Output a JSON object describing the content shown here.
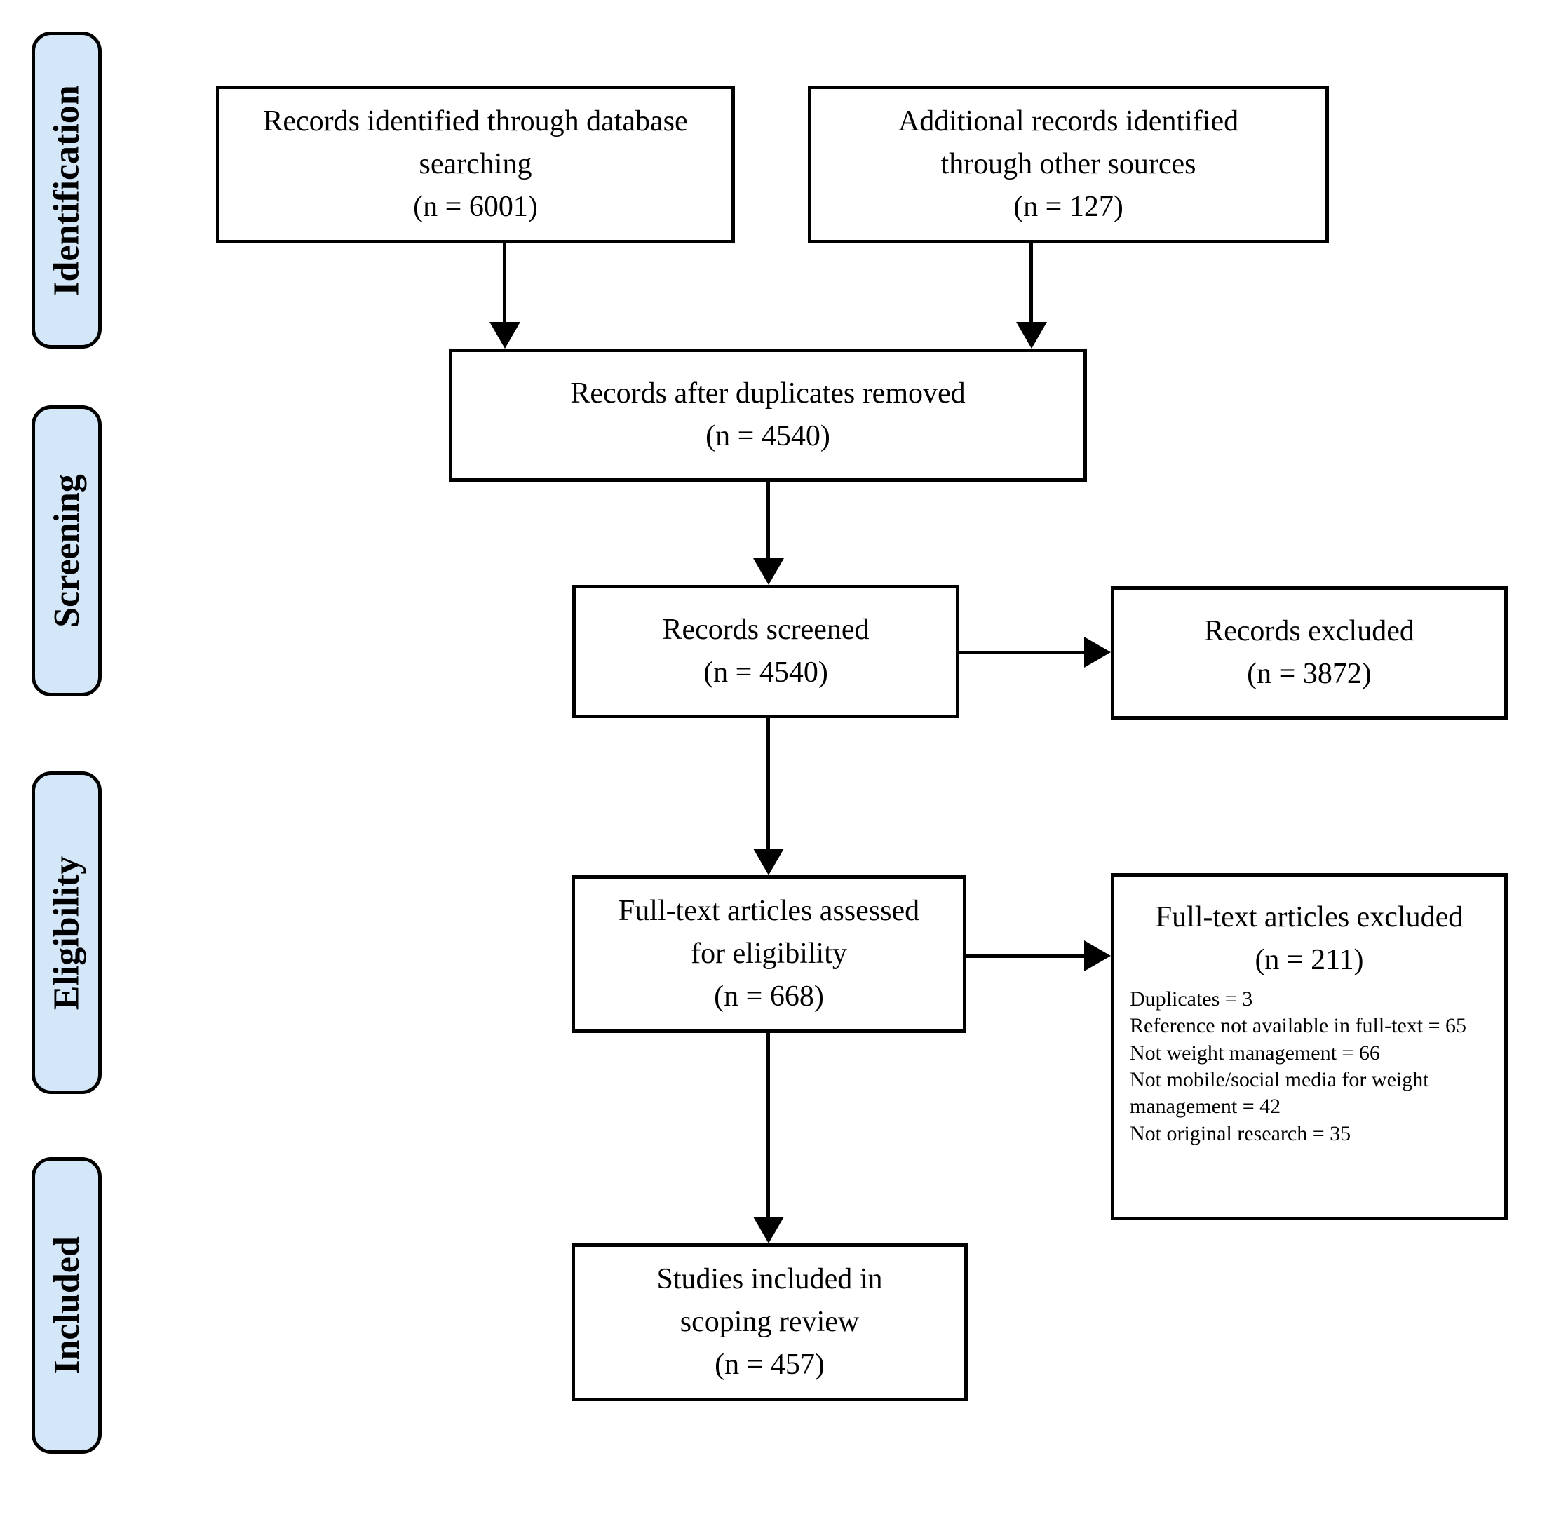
{
  "stages": [
    "Identification",
    "Screening",
    "Eligibility",
    "Included"
  ],
  "boxes": {
    "identified_db": {
      "lines": [
        "Records identified through database",
        "searching",
        "(n = 6001)"
      ]
    },
    "identified_other": {
      "lines": [
        "Additional records identified",
        "through other sources",
        "(n = 127)"
      ]
    },
    "after_duplicates": {
      "lines": [
        "Records after duplicates removed",
        "(n = 4540)"
      ]
    },
    "screened": {
      "lines": [
        "Records screened",
        "(n = 4540)"
      ]
    },
    "records_excluded": {
      "lines": [
        "Records excluded",
        "(n = 3872)"
      ]
    },
    "fulltext_assessed": {
      "lines": [
        "Full-text articles assessed",
        "for eligibility",
        "(n = 668)"
      ]
    },
    "fulltext_excluded": {
      "label": "Full-text articles excluded",
      "count": "(n = 211)",
      "reasons": [
        "Duplicates = 3",
        "Reference not available in full-text = 65",
        "Not weight management = 66",
        "Not mobile/social media for weight management = 42",
        "Not original research = 35"
      ]
    },
    "included_studies": {
      "lines": [
        "Studies included in",
        "scoping review",
        "(n = 457)"
      ]
    }
  },
  "colors": {
    "stage_fill": "#d4e7f9",
    "line_color": "#000000"
  }
}
